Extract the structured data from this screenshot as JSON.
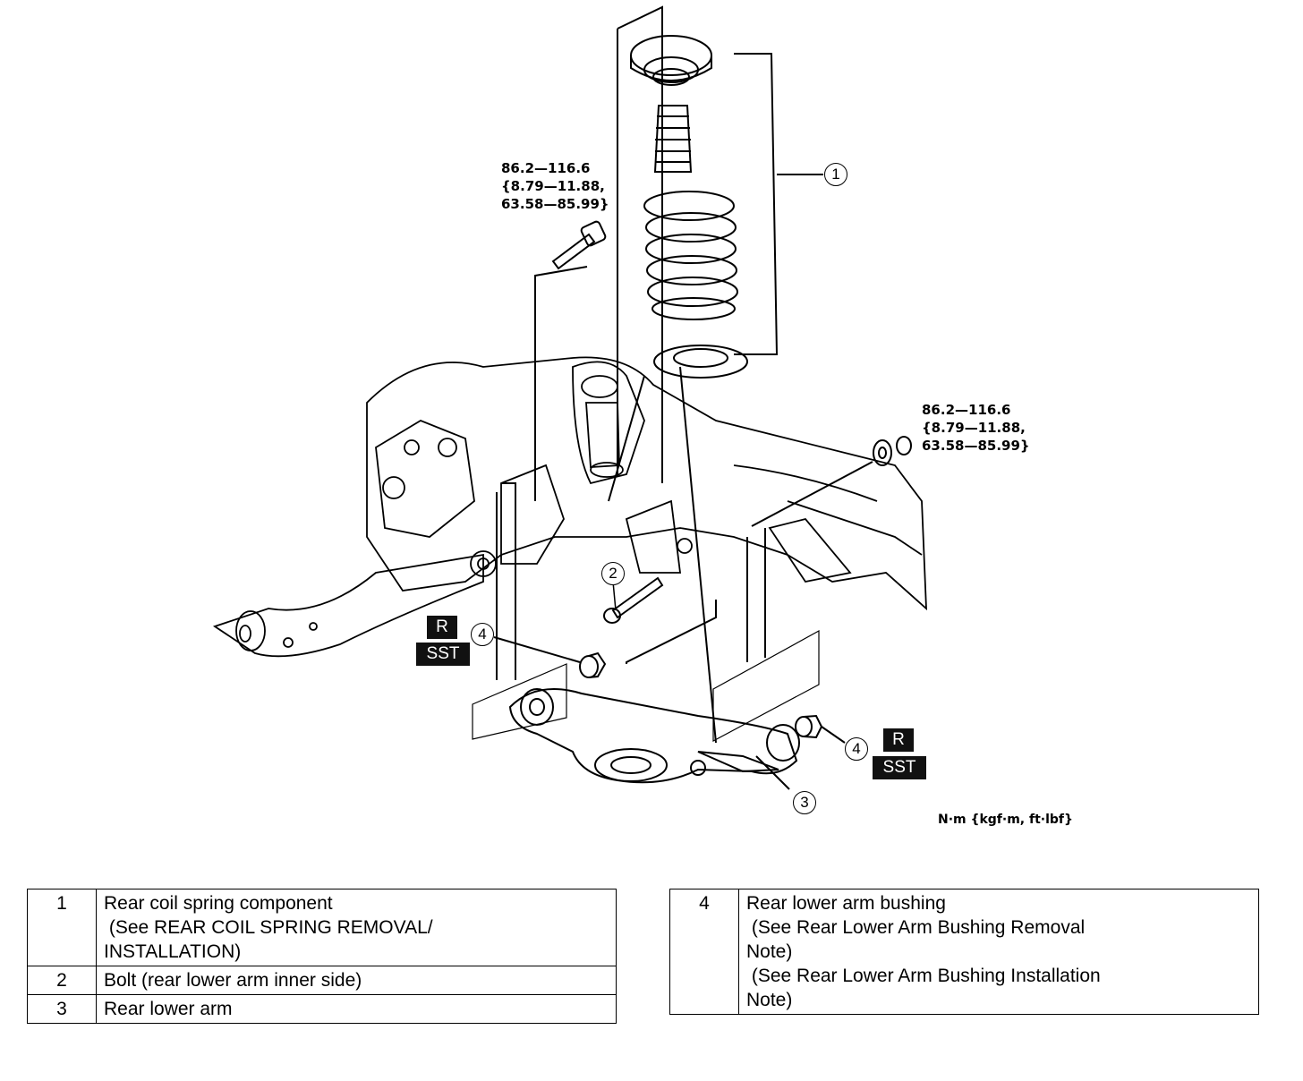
{
  "torque_specs": {
    "bolt_top": {
      "lines": [
        "86.2—116.6",
        "{8.79—11.88,",
        "63.58—85.99}"
      ]
    },
    "nut_right": {
      "lines": [
        "86.2—116.6",
        "{8.79—11.88,",
        "63.58—85.99}"
      ]
    },
    "units": "N·m {kgf·m, ft·lbf}"
  },
  "callouts": [
    "1",
    "2",
    "3",
    "4",
    "4"
  ],
  "tags": {
    "replace": "R",
    "special_tool": "SST"
  },
  "legend_left": [
    {
      "num": "1",
      "lines": [
        "Rear coil spring component",
        " (See REAR COIL SPRING REMOVAL/",
        "INSTALLATION)"
      ]
    },
    {
      "num": "2",
      "lines": [
        "Bolt (rear lower arm inner side)"
      ]
    },
    {
      "num": "3",
      "lines": [
        "Rear lower arm"
      ]
    }
  ],
  "legend_right": [
    {
      "num": "4",
      "lines": [
        "Rear lower arm bushing",
        " (See Rear Lower Arm Bushing Removal",
        "Note)",
        " (See Rear Lower Arm Bushing Installation",
        "Note)"
      ]
    }
  ]
}
